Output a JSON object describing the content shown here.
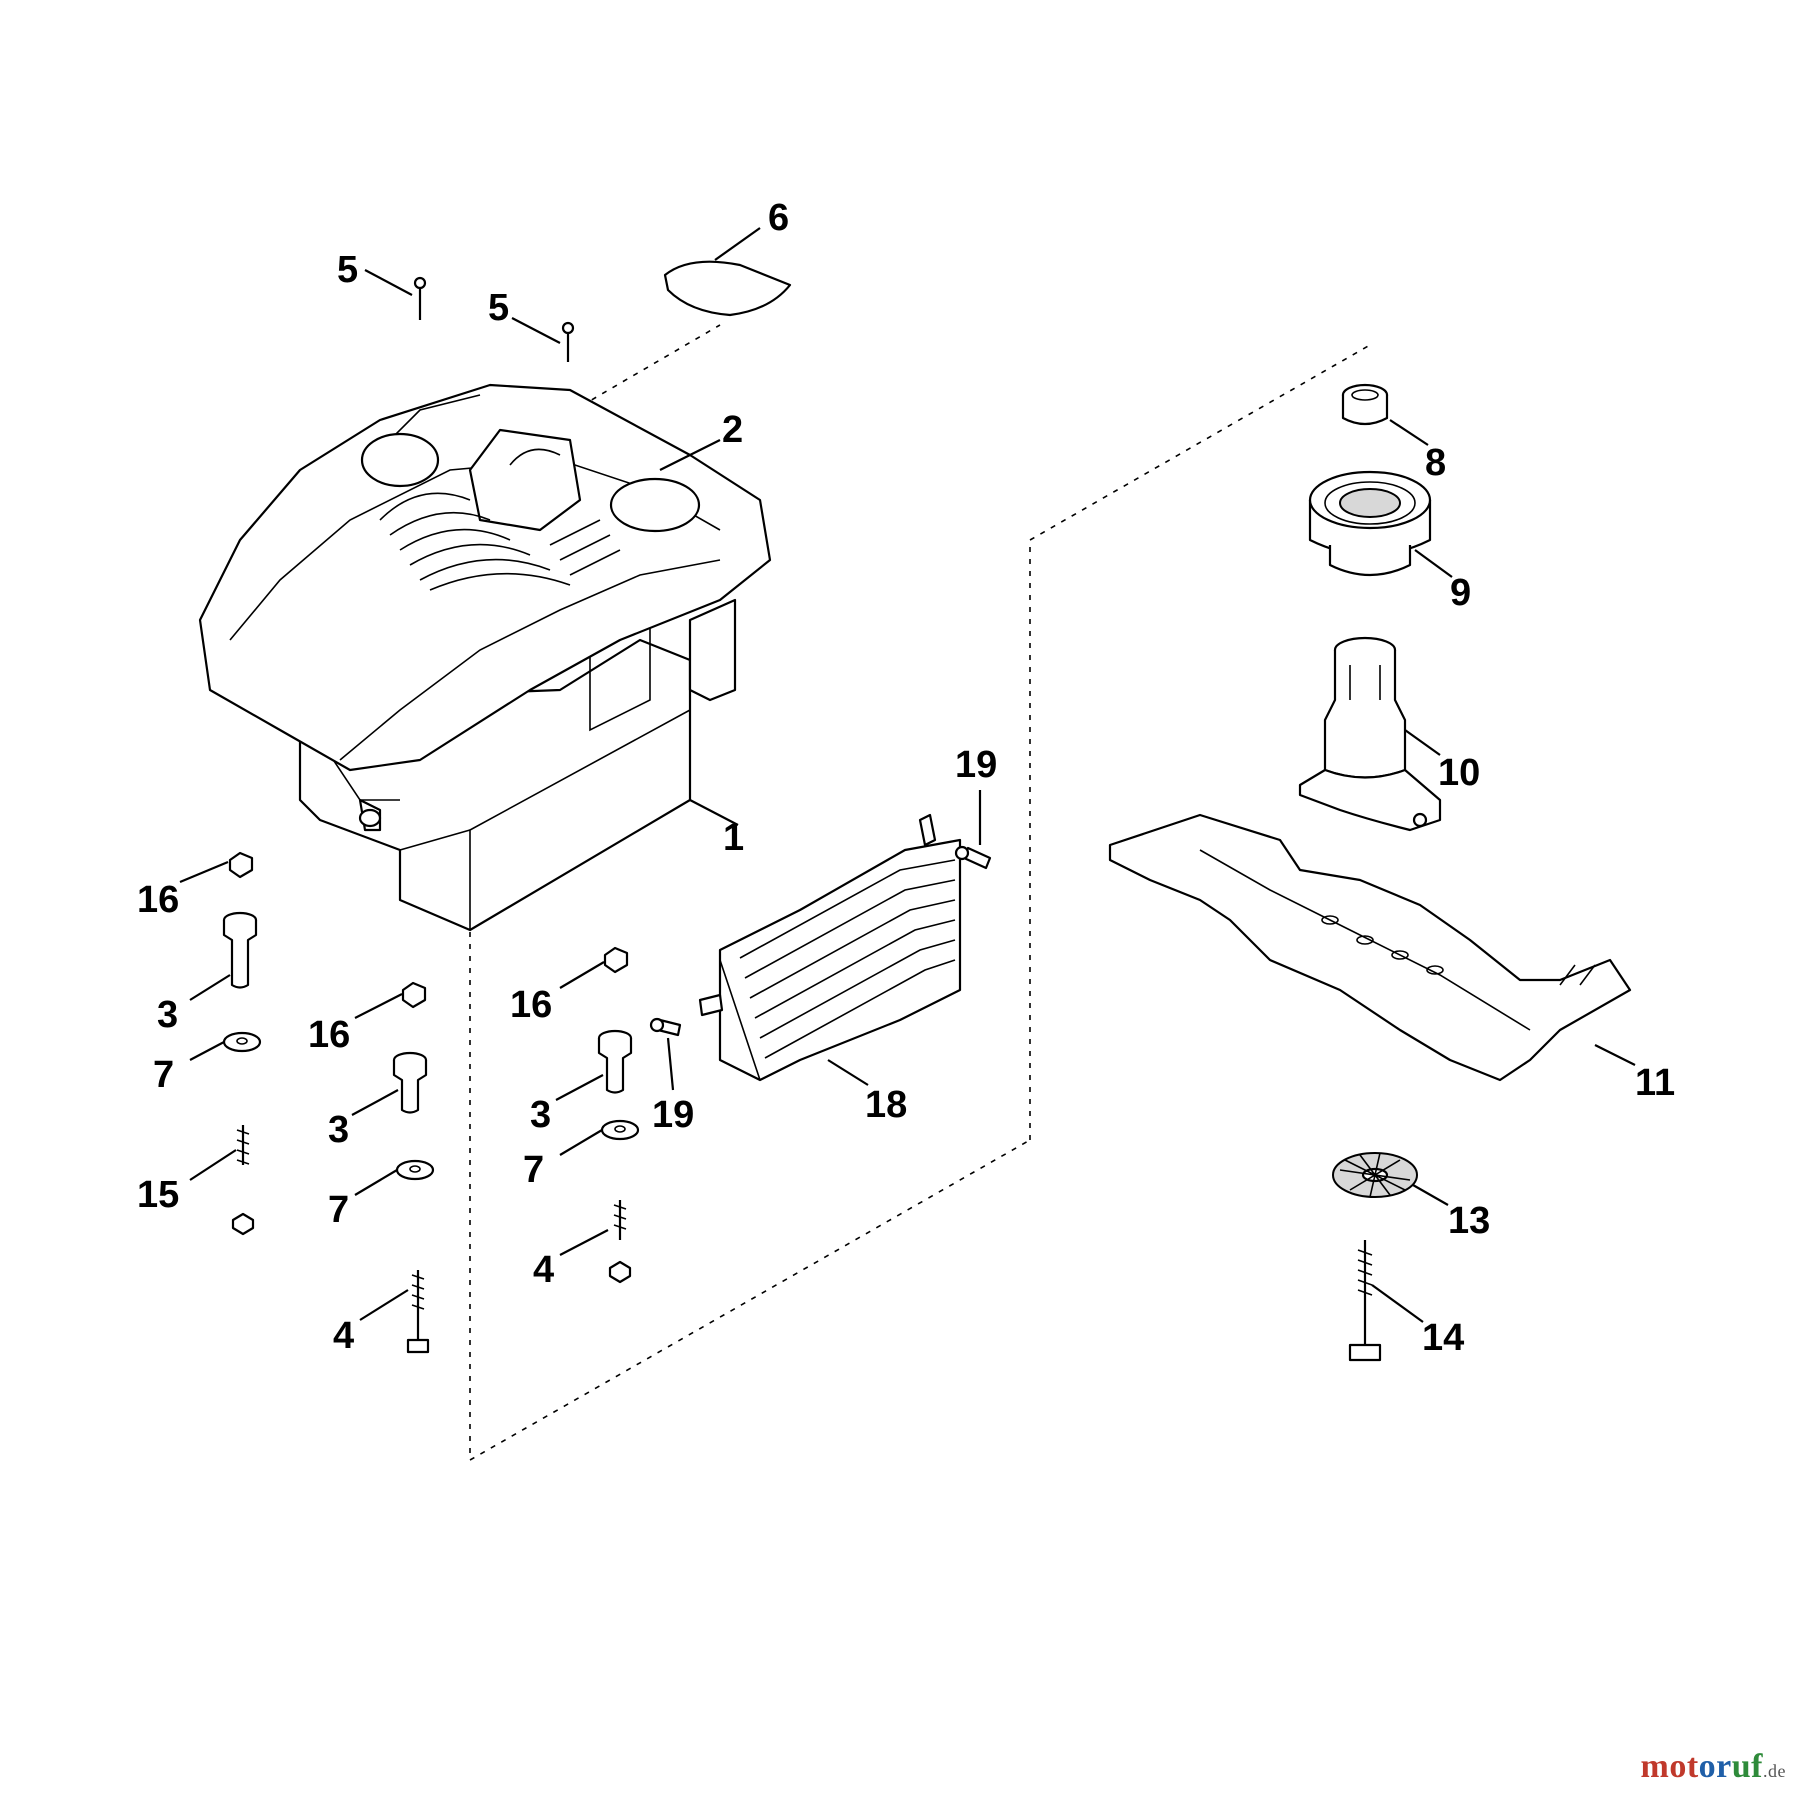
{
  "callouts": {
    "c1": "1",
    "c2": "2",
    "c3a": "3",
    "c3b": "3",
    "c3c": "3",
    "c4a": "4",
    "c4b": "4",
    "c5a": "5",
    "c5b": "5",
    "c6": "6",
    "c7a": "7",
    "c7b": "7",
    "c7c": "7",
    "c8": "8",
    "c9": "9",
    "c10": "10",
    "c11": "11",
    "c13": "13",
    "c14": "14",
    "c15": "15",
    "c16a": "16",
    "c16b": "16",
    "c16c": "16",
    "c18": "18",
    "c19a": "19",
    "c19b": "19"
  },
  "watermark": {
    "part1": "mot",
    "part2": "or",
    "part3": "uf",
    "part4": ".de"
  }
}
